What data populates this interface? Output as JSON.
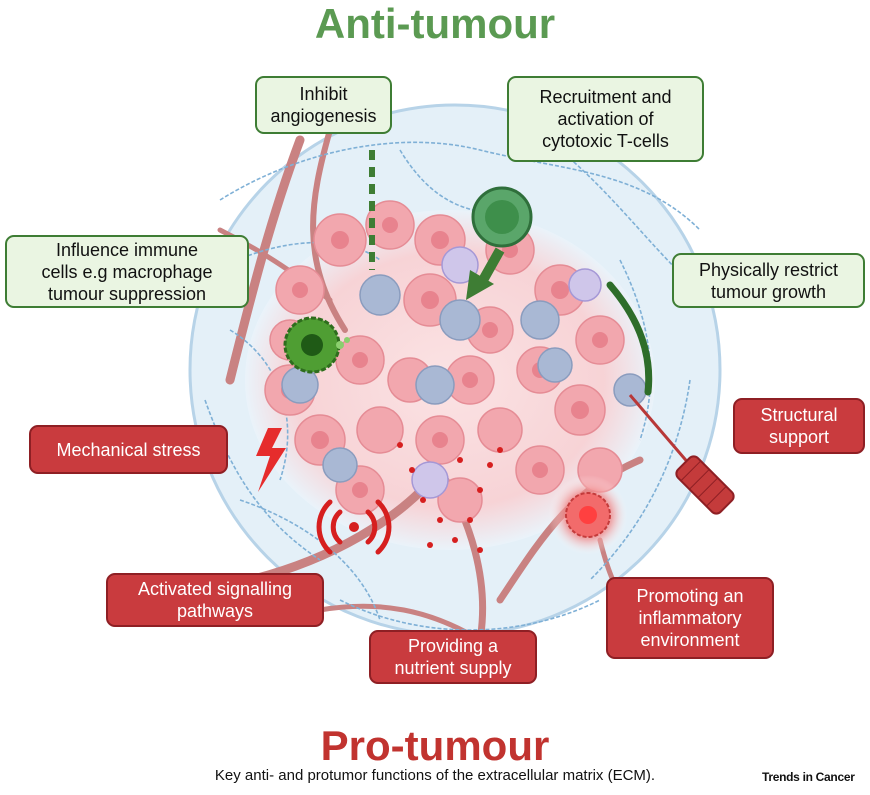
{
  "titles": {
    "anti": "Anti-tumour",
    "pro": "Pro-tumour"
  },
  "labels": {
    "anti": {
      "angiogenesis": "Inhibit\nangiogenesis",
      "tcells": "Recruitment and\nactivation of\ncytotoxic T-cells",
      "immune": "Influence immune\ncells e.g macrophage\ntumour suppression",
      "restrict": "Physically restrict\ntumour growth"
    },
    "pro": {
      "structural": "Structural\nsupport",
      "mechanical": "Mechanical stress",
      "signalling": "Activated signalling\npathways",
      "nutrient": "Providing a\nnutrient supply",
      "inflammatory": "Promoting an\ninflammatory\nenvironment"
    }
  },
  "caption": "Key anti- and protumor functions of the extracellular matrix (ECM).",
  "journal": "Trends in Cancer",
  "colors": {
    "anti_title": "#5b9a52",
    "pro_title": "#c1332f",
    "anti_box_fill": "#eaf5e2",
    "anti_box_border": "#3e7d34",
    "pro_box_fill": "#c93b3e",
    "ecm_fiber": "#7fb0d6",
    "tumour_cell": "#f2a7ae",
    "immune_cell": "#a9b8d4",
    "vessel": "#b96b6b",
    "tcell": "#3e8f4b",
    "macrophage": "#3b8a2a"
  },
  "icons": {
    "t_cell": "t-cell-icon",
    "macrophage": "macrophage-icon",
    "arrow": "recruitment-arrow-icon",
    "lightning": "lightning-icon",
    "signal": "signal-waves-icon",
    "muscle": "muscle-fibre-icon",
    "inflammatory_cell": "inflammatory-cell-icon"
  }
}
